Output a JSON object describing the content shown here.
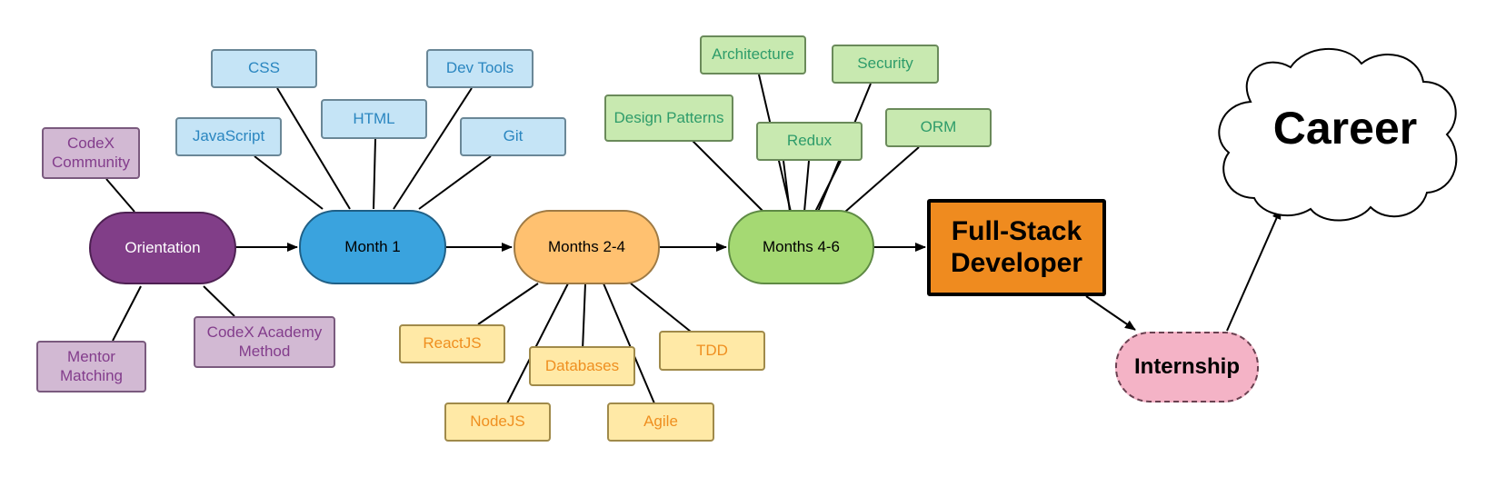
{
  "nodes": {
    "orientation": "Orientation",
    "month1": "Month 1",
    "months24": "Months 2-4",
    "months46": "Months 4-6",
    "fullstack": "Full-Stack\nDeveloper",
    "internship": "Internship",
    "career": "Career"
  },
  "orientation_topics": {
    "codex_community": "CodeX\nCommunity",
    "mentor_matching": "Mentor\nMatching",
    "codex_academy_method": "CodeX Academy\nMethod"
  },
  "month1_topics": {
    "css": "CSS",
    "html": "HTML",
    "javascript": "JavaScript",
    "dev_tools": "Dev Tools",
    "git": "Git"
  },
  "months24_topics": {
    "reactjs": "ReactJS",
    "databases": "Databases",
    "nodejs": "NodeJS",
    "agile": "Agile",
    "tdd": "TDD"
  },
  "months46_topics": {
    "architecture": "Architecture",
    "security": "Security",
    "design_patterns": "Design Patterns",
    "redux": "Redux",
    "orm": "ORM"
  },
  "colors": {
    "orientation": "#813e88",
    "month1": "#3aa3de",
    "months24": "#ffc170",
    "months46": "#a5d973",
    "fullstack": "#ef8b1f",
    "internship": "#f4b3c6"
  }
}
